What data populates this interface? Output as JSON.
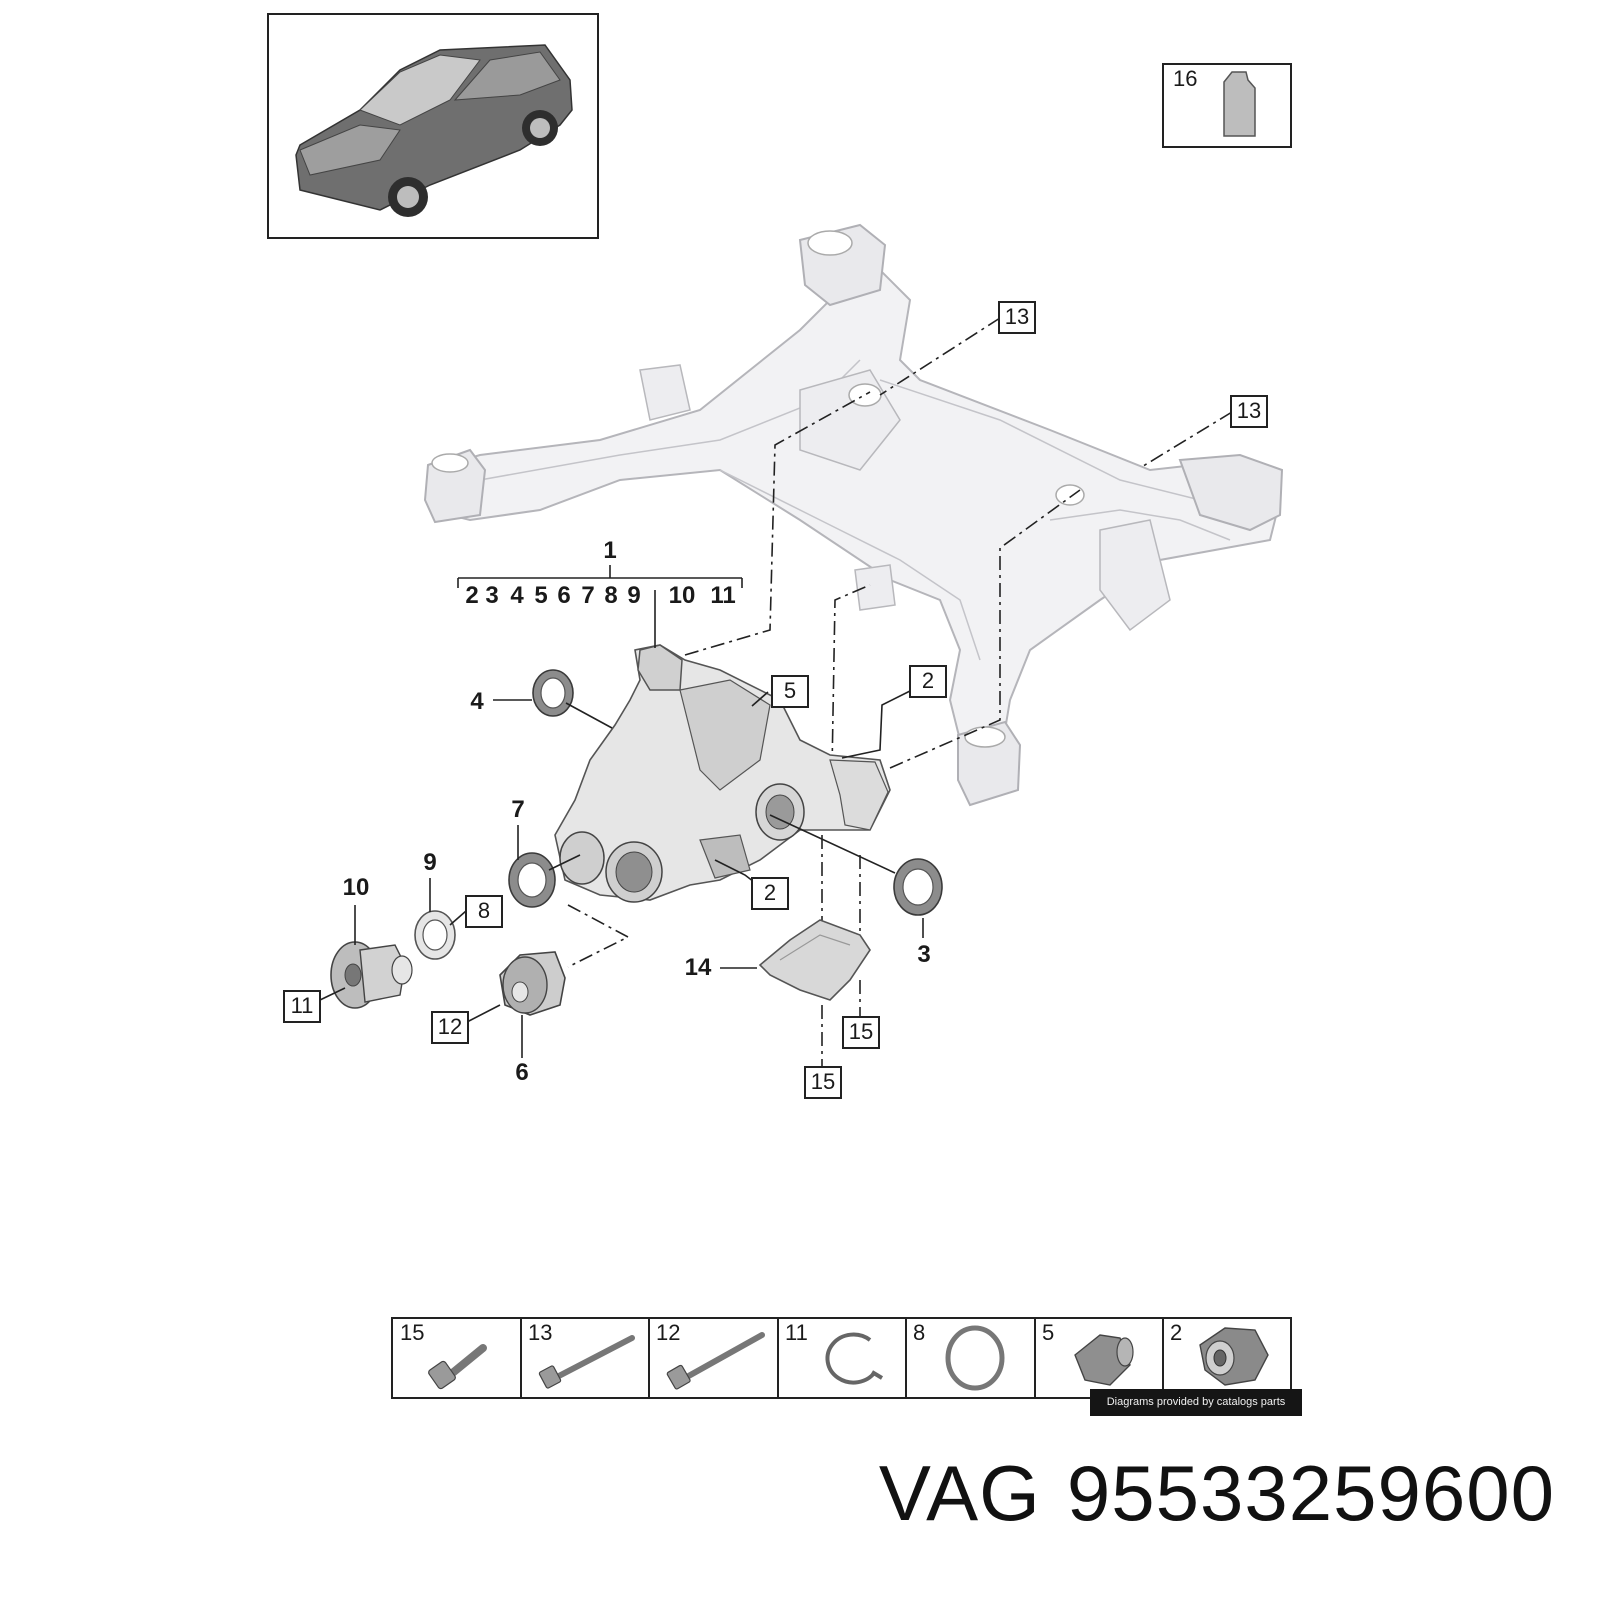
{
  "callouts": {
    "assembly_number": "1",
    "sub_items": [
      "2",
      "3",
      "4",
      "5",
      "6",
      "7",
      "8",
      "9"
    ],
    "sub_items_b": [
      "10",
      "11"
    ],
    "bold": {
      "n4": "4",
      "n7": "7",
      "n9": "9",
      "n10": "10",
      "n14": "14",
      "n3": "3",
      "n6": "6"
    },
    "boxed": {
      "b16": "16",
      "b13a": "13",
      "b13b": "13",
      "b5": "5",
      "b2a": "2",
      "b2b": "2",
      "b8": "8",
      "b11": "11",
      "b12": "12",
      "b15a": "15",
      "b15b": "15"
    }
  },
  "fastener_table": {
    "cells": [
      "15",
      "13",
      "12",
      "11",
      "8",
      "5",
      "2"
    ]
  },
  "credit": "Diagrams provided by catalogs parts",
  "brand": "VAG",
  "part_number": "95533259600"
}
